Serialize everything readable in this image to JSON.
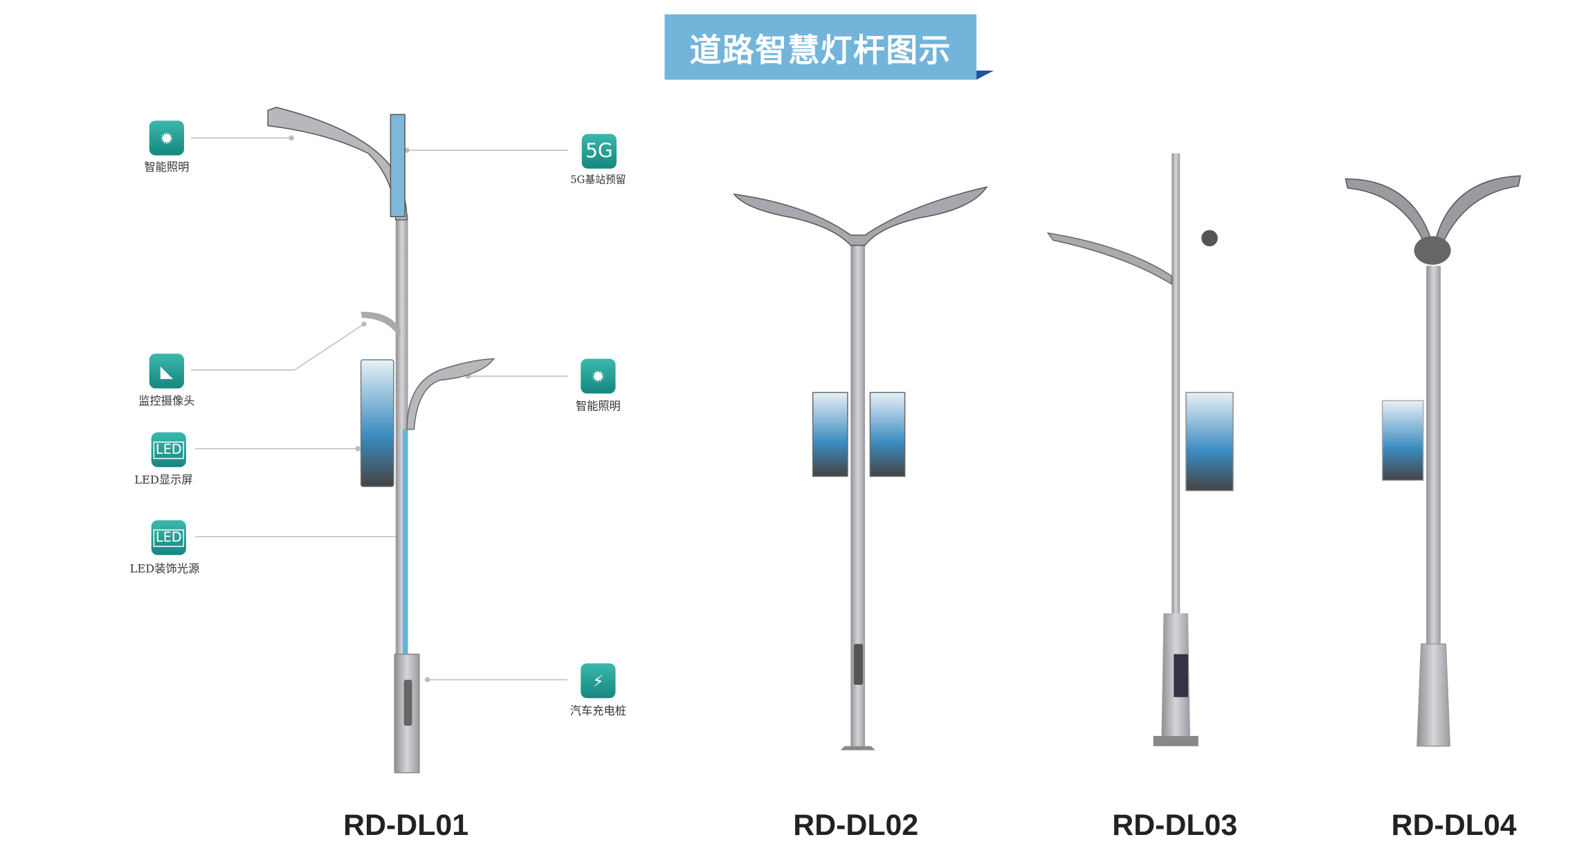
{
  "title": "道路智慧灯杆图示",
  "callouts": {
    "smart_lighting_top": {
      "icon": "sun-icon",
      "label": "智能照明"
    },
    "camera": {
      "icon": "camera-icon",
      "label": "监控摄像头"
    },
    "led_display": {
      "icon": "led-icon",
      "icon_text": "LED",
      "label": "LED显示屏"
    },
    "led_decor": {
      "icon": "led-icon",
      "icon_text": "LED",
      "label": "LED装饰光源"
    },
    "fiveg": {
      "icon": "5g-icon",
      "icon_text": "5G",
      "label": "5G基站预留"
    },
    "smart_lighting_right": {
      "icon": "sun-icon",
      "label": "智能照明"
    },
    "ev_charger": {
      "icon": "car-charger-icon",
      "label": "汽车充电桩"
    }
  },
  "models": [
    "RD-DL01",
    "RD-DL02",
    "RD-DL03",
    "RD-DL04"
  ],
  "colors": {
    "banner": "#72b4da",
    "banner_fold": "#1f56a3",
    "icon": "#1f9e94",
    "pole": "#b9b9bd"
  }
}
